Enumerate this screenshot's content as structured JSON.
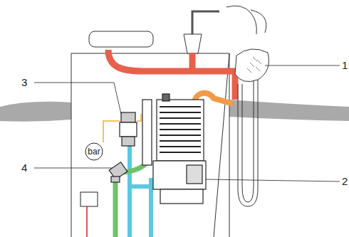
{
  "diagram": {
    "nodes": [
      {
        "text": [
          "bar"
        ]
      }
    ],
    "labels": [
      "3",
      "4",
      "2",
      "1"
    ]
  }
}
